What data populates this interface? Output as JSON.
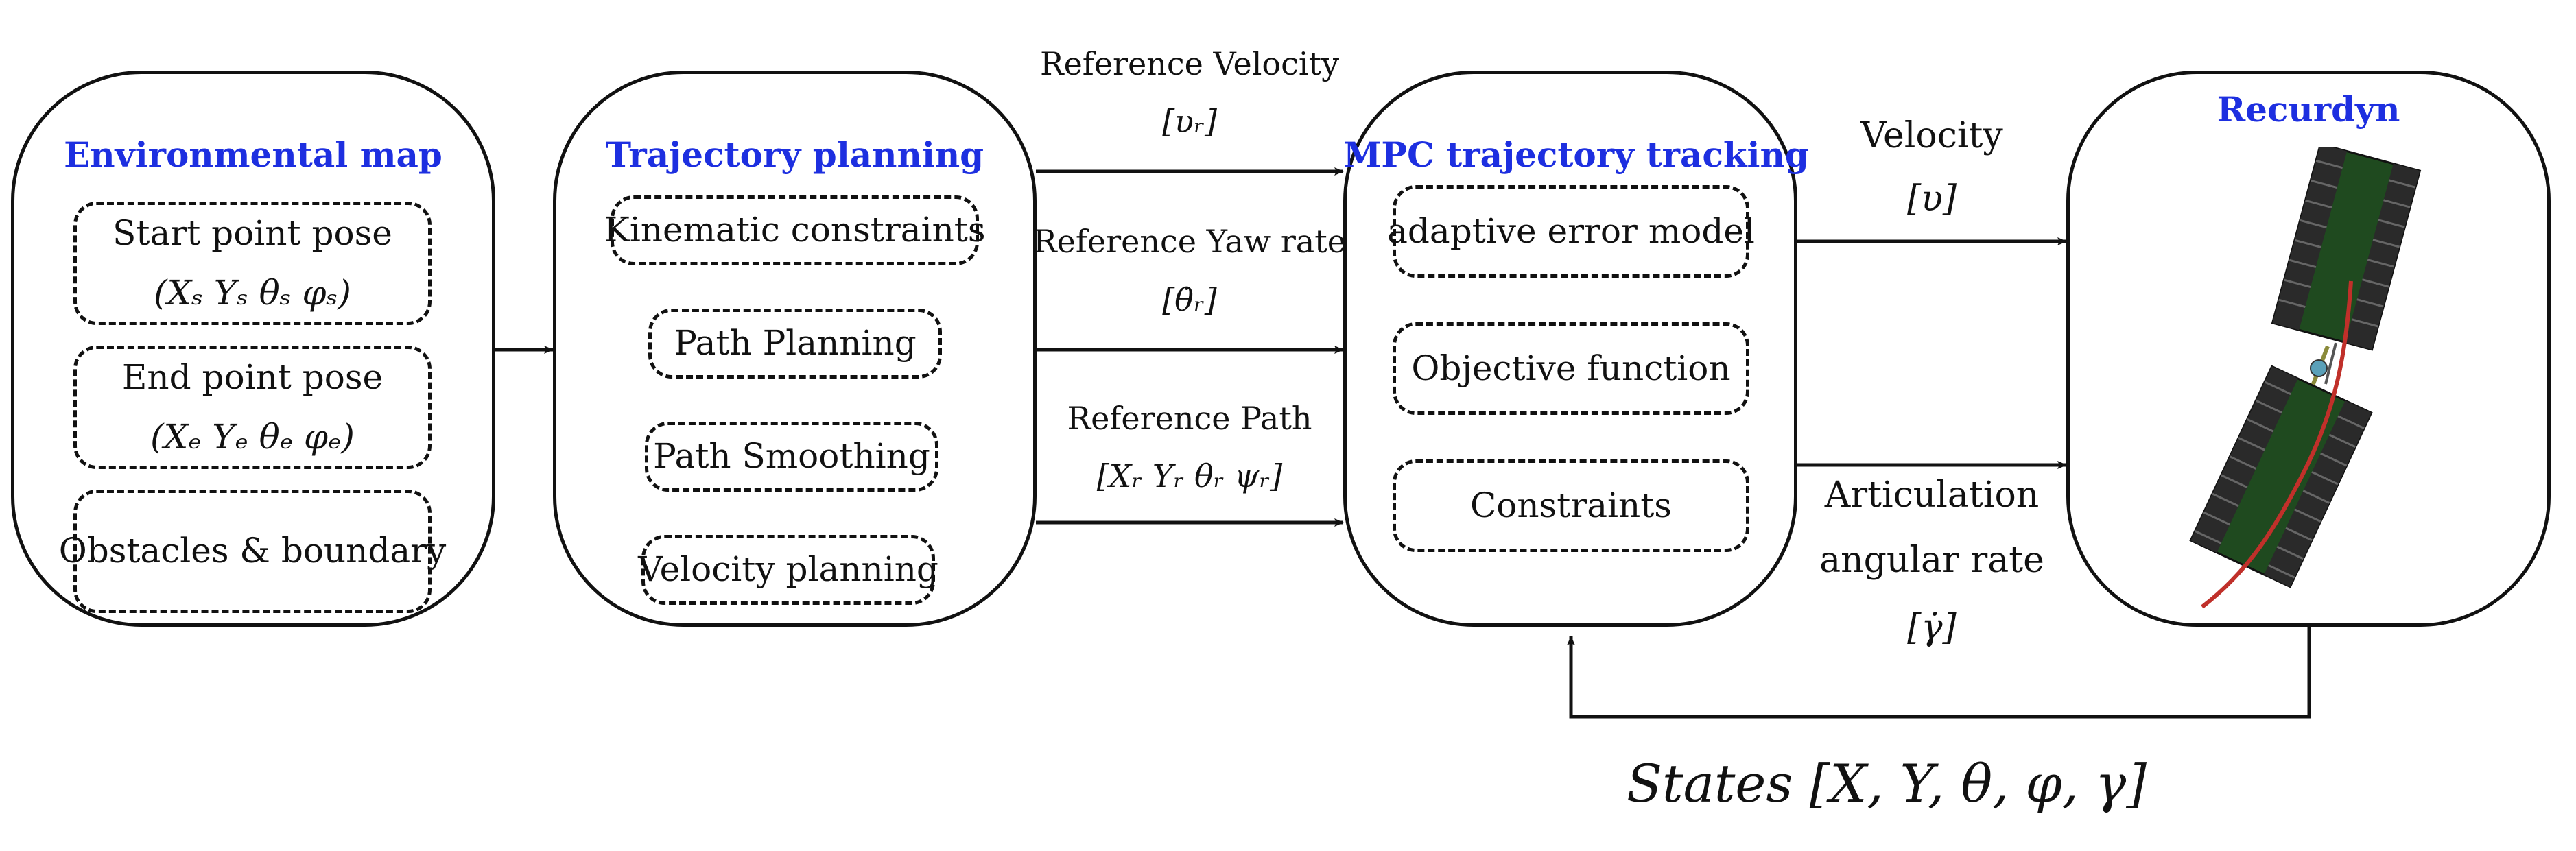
{
  "panels": {
    "env": {
      "title": "Environmental map",
      "items": [
        {
          "line1": "Start point pose",
          "line2": "(Xₛ  Yₛ  θₛ  φₛ)"
        },
        {
          "line1": "End point pose",
          "line2": "(Xₑ  Yₑ  θₑ  φₑ)"
        },
        {
          "line1": "Obstacles & boundary"
        }
      ]
    },
    "traj": {
      "title": "Trajectory planning",
      "items": [
        "Kinematic constraints",
        "Path Planning",
        "Path Smoothing",
        "Velocity planning"
      ]
    },
    "mpc": {
      "title": "MPC trajectory tracking",
      "items": [
        "adaptive error model",
        "Objective function",
        "Constraints"
      ]
    },
    "recurdyn": {
      "title": "Recurdyn"
    }
  },
  "signals": {
    "ref_velocity": {
      "label": "Reference Velocity",
      "math": "[υᵣ]"
    },
    "ref_yaw": {
      "label": "Reference Yaw rate",
      "math": "[θ̇ᵣ]"
    },
    "ref_path": {
      "label": "Reference Path",
      "math": "[Xᵣ  Yᵣ  θᵣ  ψᵣ]"
    },
    "velocity": {
      "label": "Velocity",
      "math": "[υ]"
    },
    "articulation": {
      "line1": "Articulation",
      "line2": "angular rate",
      "math": "[γ̇]"
    },
    "states": "States [X, Y, θ, φ, γ]"
  },
  "colors": {
    "title": "#1d2fe0",
    "line": "#111111",
    "vehicle_body": "#1f4a1f",
    "vehicle_track": "#2a2a2a",
    "path": "#c0302a"
  }
}
